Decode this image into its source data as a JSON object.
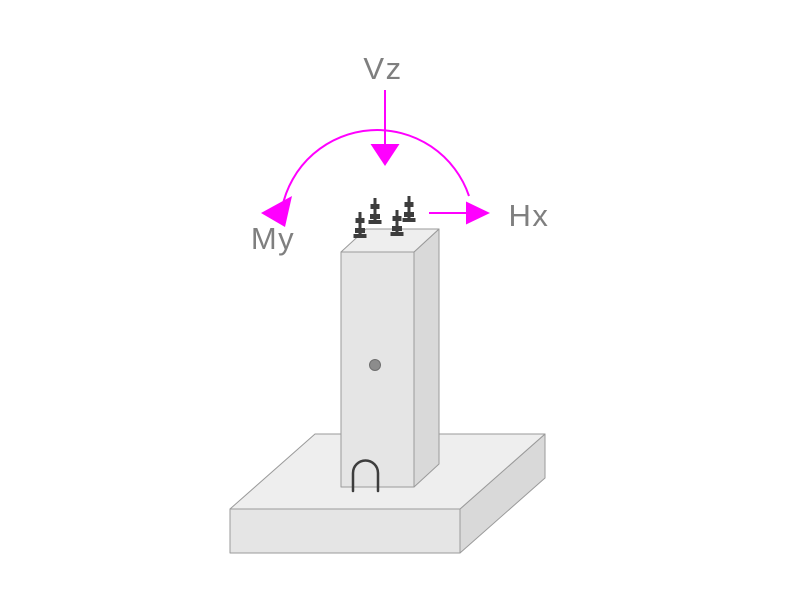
{
  "diagram": {
    "name": "column-base-foundation-loads",
    "labels": {
      "vz": "Vz",
      "my": "My",
      "hx": "Hx"
    },
    "loads": [
      {
        "label": "Vz",
        "kind": "vertical-force",
        "direction": "down"
      },
      {
        "label": "My",
        "kind": "bending-moment",
        "direction": "arc-over-top"
      },
      {
        "label": "Hx",
        "kind": "horizontal-force",
        "direction": "right"
      }
    ],
    "colors": {
      "load_arrow": "#ff00ff",
      "label_text": "#7f7f7f",
      "concrete_face_light": "#eeeeee",
      "concrete_face_mid": "#e5e5e5",
      "concrete_face_dark": "#d9d9d9",
      "edge_stroke": "#9a9a9a",
      "bolt_dark": "#3d3d3d",
      "background": "#ffffff"
    }
  }
}
